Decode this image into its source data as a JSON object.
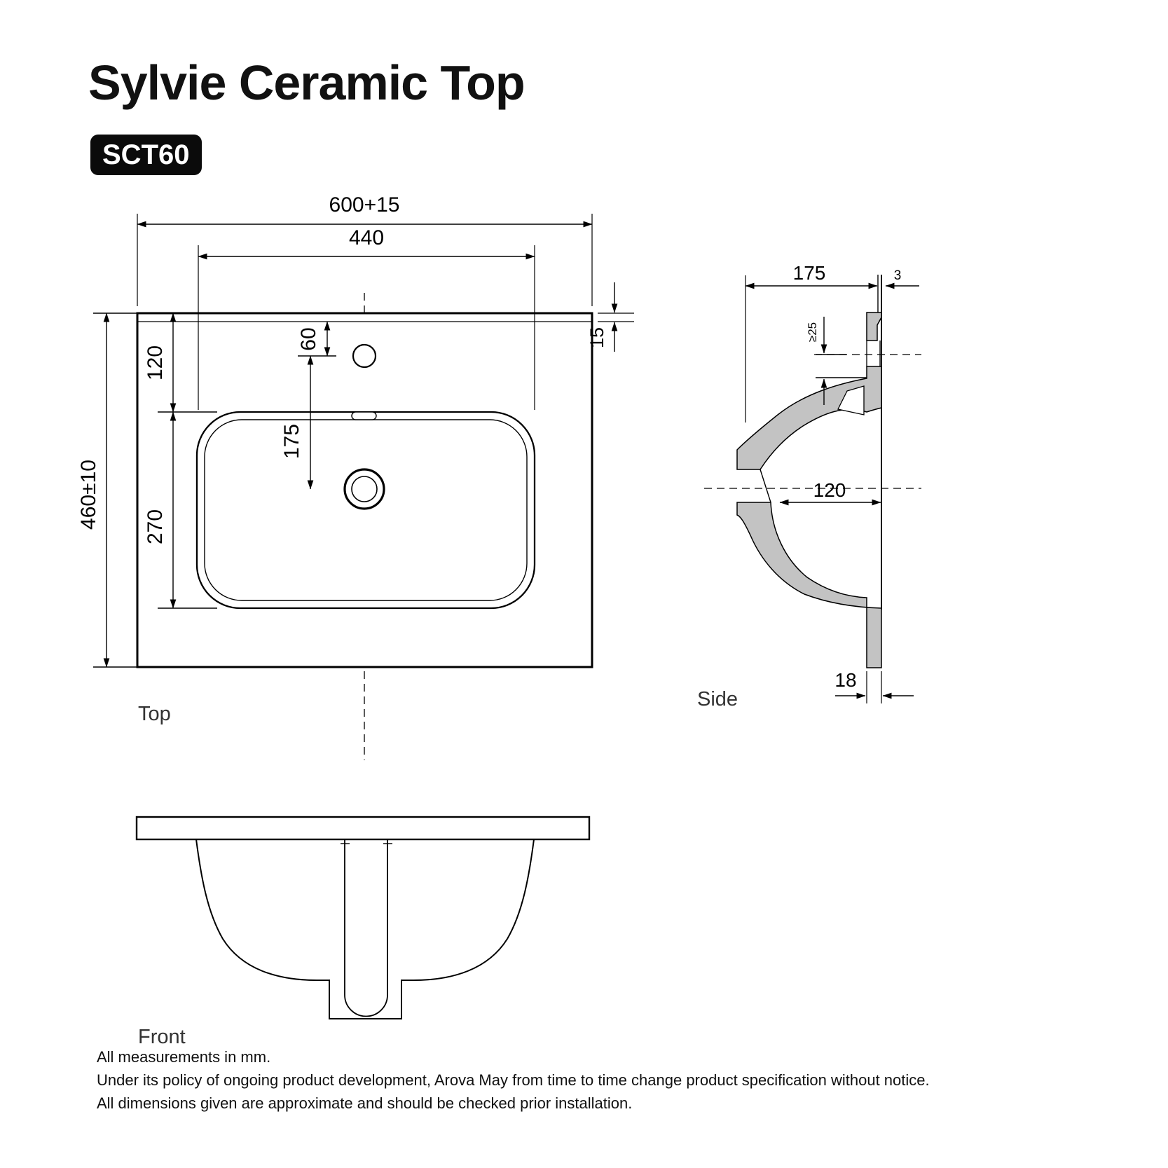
{
  "header": {
    "title": "Sylvie Ceramic Top",
    "model_badge": "SCT60"
  },
  "top_view": {
    "label": "Top",
    "dim_overall_width": "600+15",
    "dim_bowl_width": "440",
    "dim_overall_depth": "460±10",
    "dim_back_to_bowl": "120",
    "dim_bowl_length": "270",
    "dim_tap_setback": "60",
    "dim_tap_to_drain": "175",
    "dim_back_ledge": "15"
  },
  "side_view": {
    "label": "Side",
    "dim_depth_to_face": "175",
    "dim_lip": "3",
    "dim_min_clearance": "≥25",
    "dim_bowl_inner": "120",
    "dim_base_width": "18"
  },
  "front_view": {
    "label": "Front"
  },
  "footer": {
    "line1": "All measurements in mm.",
    "line2": "Under its policy of ongoing product development,  Arova May from time to time change product specification without notice.",
    "line3": "All dimensions given are approximate and should be checked prior installation."
  },
  "colors": {
    "ink": "#000000",
    "label_ink": "#333333",
    "section_fill": "#c3c3c3",
    "badge_bg": "#0b0b0b",
    "badge_text": "#ffffff",
    "background": "#ffffff"
  }
}
